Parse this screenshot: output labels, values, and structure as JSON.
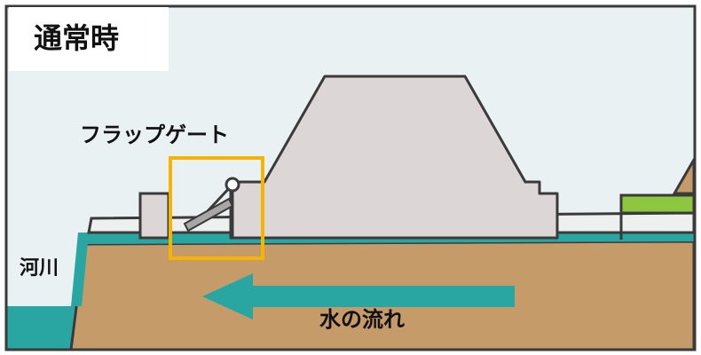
{
  "title": "通常時",
  "labels": {
    "flap_gate": "フラップゲート",
    "river": "河川",
    "water_flow": "水の流れ"
  },
  "colors": {
    "frame": "#3a3a3a",
    "sky": "#e9f1f3",
    "levee": "#dcd7d6",
    "soil": "#c59b6a",
    "water": "#2aa6a2",
    "grass": "#8dc63f",
    "highlight": "#f5b400",
    "arrow": "#2aa6a2",
    "road": "#eef0ef"
  },
  "icons": {
    "flow_arrow": "left-arrow",
    "gate": "flap-gate-icon"
  }
}
